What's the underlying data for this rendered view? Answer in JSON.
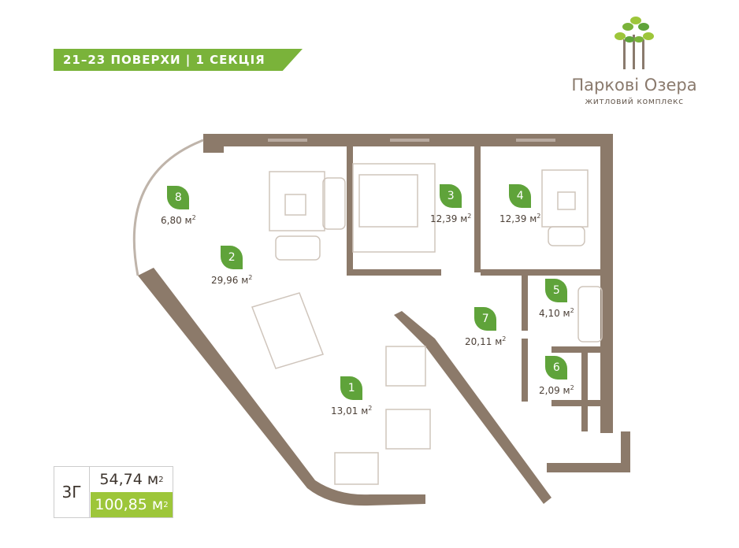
{
  "banner": {
    "text": "21–23 ПОВЕРХИ | 1 СЕКЦІЯ"
  },
  "logo": {
    "name": "Паркові Озера",
    "subtitle": "житловий комплекс",
    "icon": "tree-logo-icon"
  },
  "rooms": [
    {
      "num": "1",
      "area": "13,01"
    },
    {
      "num": "2",
      "area": "29,96"
    },
    {
      "num": "3",
      "area": "12,39"
    },
    {
      "num": "4",
      "area": "12,39"
    },
    {
      "num": "5",
      "area": "4,10"
    },
    {
      "num": "6",
      "area": "2,09"
    },
    {
      "num": "7",
      "area": "20,11"
    },
    {
      "num": "8",
      "area": "6,80"
    }
  ],
  "unit_label": "м",
  "info": {
    "code": "3Г",
    "living_area": "54,74",
    "total_area": "100,85"
  },
  "colors": {
    "wall": "#8c7a6a",
    "accent": "#7ab33a",
    "leaf": "#5fa33a",
    "total_bg": "#9dc63a"
  }
}
